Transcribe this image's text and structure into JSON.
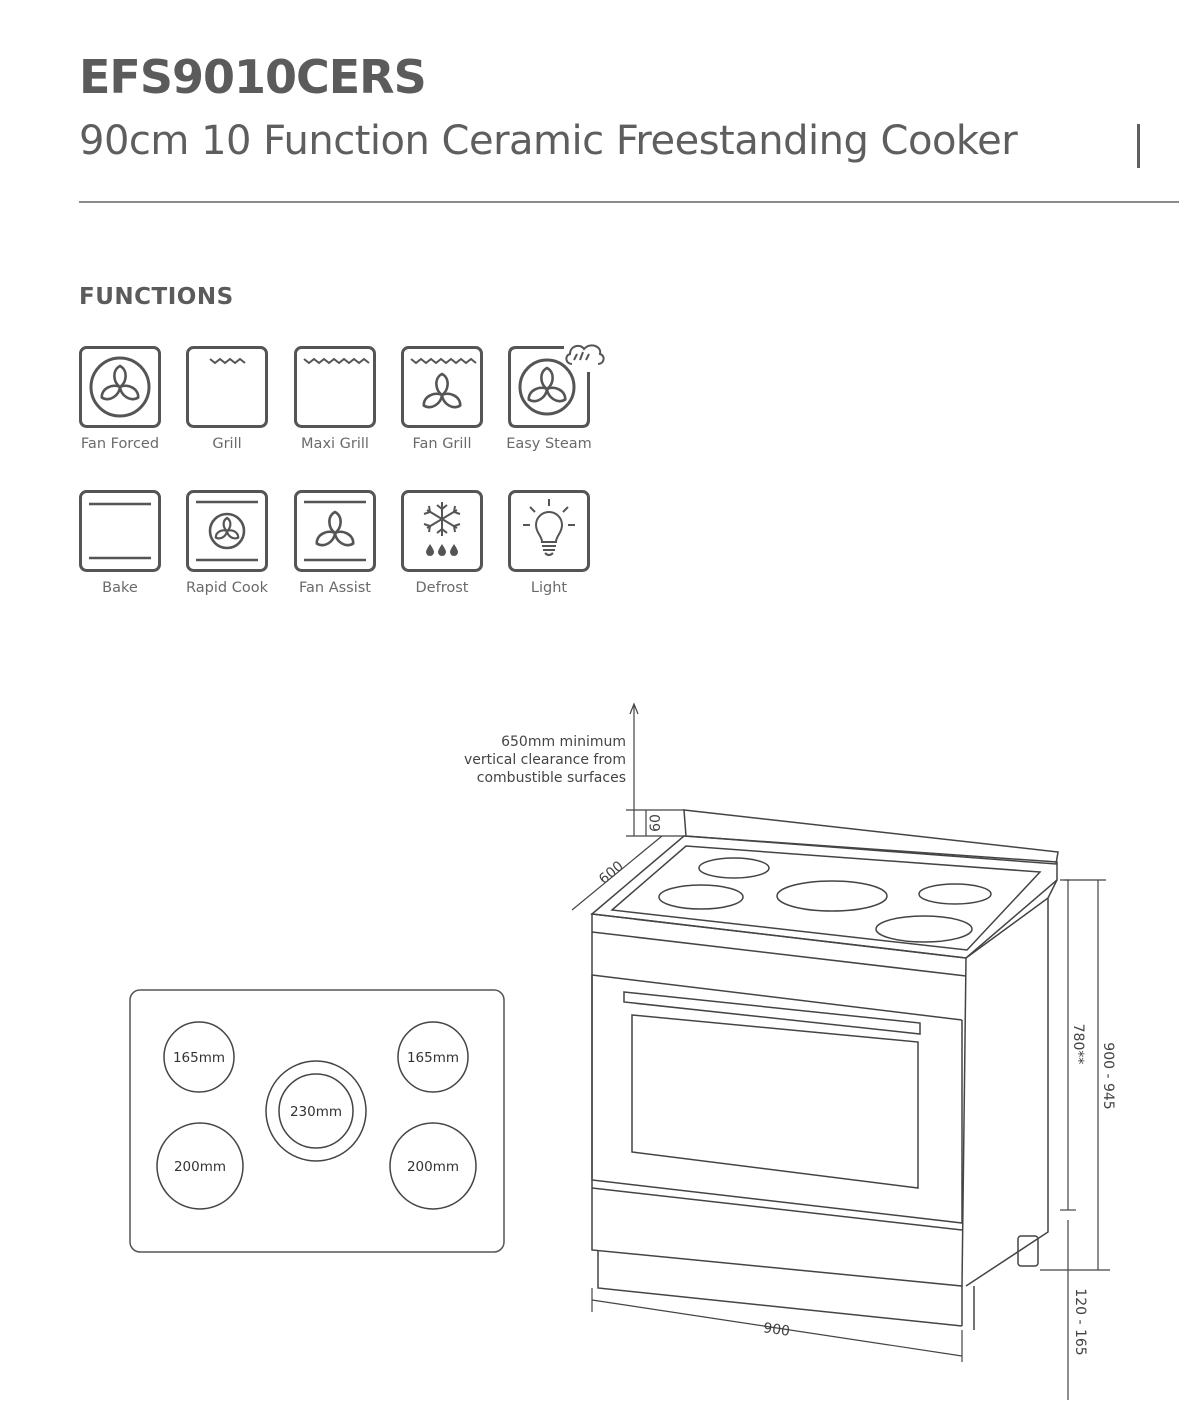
{
  "header": {
    "model": "EFS9010CERS",
    "subtitle": "90cm 10 Function Ceramic Freestanding Cooker"
  },
  "functions": {
    "heading": "FUNCTIONS",
    "items": [
      {
        "label": "Fan Forced",
        "icon": "fan-forced-icon"
      },
      {
        "label": "Grill",
        "icon": "grill-icon"
      },
      {
        "label": "Maxi Grill",
        "icon": "maxi-grill-icon"
      },
      {
        "label": "Fan Grill",
        "icon": "fan-grill-icon"
      },
      {
        "label": "Easy Steam",
        "icon": "easy-steam-icon"
      },
      {
        "label": "Bake",
        "icon": "bake-icon"
      },
      {
        "label": "Rapid Cook",
        "icon": "rapid-cook-icon"
      },
      {
        "label": "Fan Assist",
        "icon": "fan-assist-icon"
      },
      {
        "label": "Defrost",
        "icon": "defrost-icon"
      },
      {
        "label": "Light",
        "icon": "light-icon"
      }
    ]
  },
  "cooktop": {
    "zones": [
      {
        "label": "165mm"
      },
      {
        "label": "165mm"
      },
      {
        "label": "230mm"
      },
      {
        "label": "200mm"
      },
      {
        "label": "200mm"
      }
    ]
  },
  "dimensions": {
    "clearance_line1": "650mm minimum",
    "clearance_line2": "vertical clearance from",
    "clearance_line3": "combustible surfaces",
    "splashback": "60",
    "depth": "600",
    "width": "900",
    "body_height": "780**",
    "total_height": "900 - 945",
    "leg_height": "120 - 165"
  }
}
